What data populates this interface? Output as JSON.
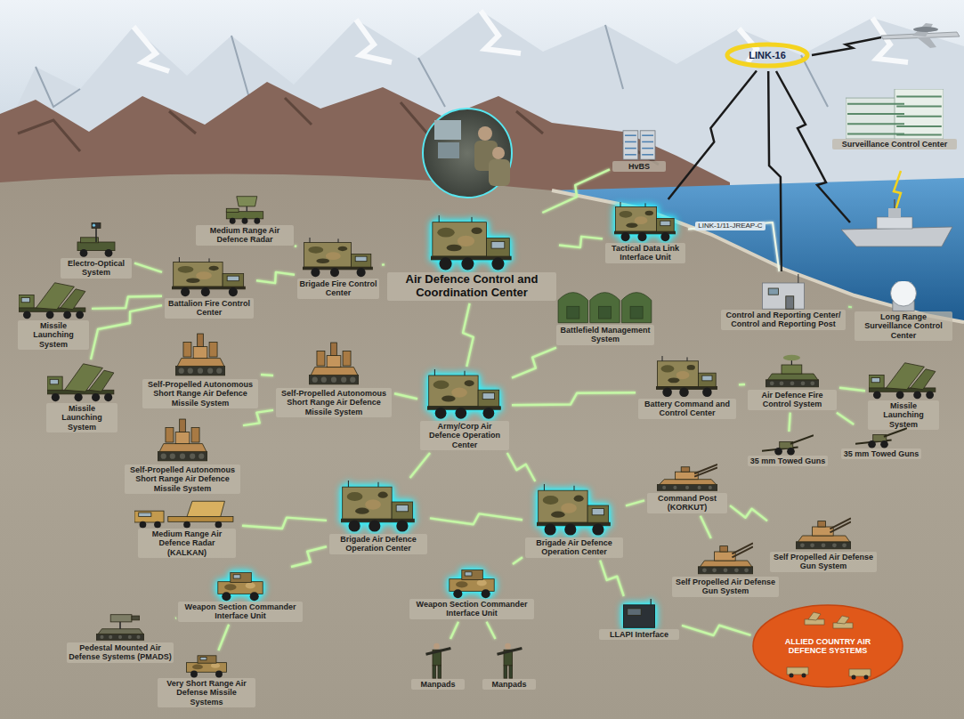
{
  "diagram": {
    "nodes": [
      {
        "text": [
          "LINK-16"
        ]
      },
      {
        "text": [
          "HvBS"
        ]
      },
      {
        "text": [
          "Surveillance Control Center"
        ]
      },
      {
        "text": [
          "Medium Range Air Defence Radar"
        ]
      },
      {
        "text": [
          "Electro-Optical System"
        ]
      },
      {
        "text": [
          "Brigade Fire Control Center"
        ]
      },
      {
        "text": [
          "Air Defence Control and Coordination Center"
        ]
      },
      {
        "text": [
          "Tactical Data Link Interface Unit"
        ]
      },
      {
        "text": [
          "Missile Launching System"
        ]
      },
      {
        "text": [
          "Battalion Fire Control Center"
        ]
      },
      {
        "text": [
          "Control and Reporting Center/ Control and Reporting Post"
        ]
      },
      {
        "text": [
          "Long Range Surveillance Control Center"
        ]
      },
      {
        "text": [
          "Battlefield Management System"
        ]
      },
      {
        "text": [
          "Missile Launching System"
        ]
      },
      {
        "text": [
          "Self-Propelled Autonomous Short Range Air Defence Missile System"
        ]
      },
      {
        "text": [
          "Self-Propelled Autonomous Short Range Air Defence Missile System"
        ]
      },
      {
        "text": [
          "Army/Corp Air Defence Operation Center"
        ]
      },
      {
        "text": [
          "Battery Command and Control Center"
        ]
      },
      {
        "text": [
          "Air Defence Fire Control System"
        ]
      },
      {
        "text": [
          "Missile Launching System"
        ]
      },
      {
        "text": [
          "35 mm Towed Guns"
        ]
      },
      {
        "text": [
          "35 mm Towed Guns"
        ]
      },
      {
        "text": [
          "Self-Propelled Autonomous Short Range Air Defence Missile System"
        ]
      },
      {
        "text": [
          "Medium Range Air Defence Radar (KALKAN)"
        ]
      },
      {
        "text": [
          "Brigade Air Defence Operation Center"
        ]
      },
      {
        "text": [
          "Brigade Air Defence Operation Center"
        ]
      },
      {
        "text": [
          "Command Post (KORKUT)"
        ]
      },
      {
        "text": [
          "Self Propelled Air Defense Gun System"
        ]
      },
      {
        "text": [
          "Self Propelled Air Defense Gun System"
        ]
      },
      {
        "text": [
          "Weapon Section Commander Interface Unit"
        ]
      },
      {
        "text": [
          "Weapon Section Commander Interface Unit"
        ]
      },
      {
        "text": [
          "Pedestal Mounted Air Defense Systems (PMADS)"
        ]
      },
      {
        "text": [
          "Very Short Range Air Defense Missile Systems"
        ]
      },
      {
        "text": [
          "LLAPI Interface"
        ]
      },
      {
        "text": [
          "ALLIED COUNTRY AIR DEFENCE SYSTEMS"
        ]
      },
      {
        "text": [
          "Manpads"
        ]
      },
      {
        "text": [
          "Manpads"
        ]
      }
    ],
    "edges": [
      {
        "from": 0,
        "to": 7,
        "arrow": "none"
      },
      {
        "from": 0,
        "to": 10,
        "arrow": "none"
      },
      {
        "from": 7,
        "to": 10,
        "label": "LINK-1/11-JREAP-C",
        "arrow": "none"
      },
      {
        "from": 10,
        "to": 11,
        "arrow": "none"
      },
      {
        "from": 6,
        "to": 1,
        "arrow": "none"
      },
      {
        "from": 6,
        "to": 7,
        "arrow": "none"
      },
      {
        "from": 5,
        "to": 6,
        "arrow": "none"
      },
      {
        "from": 3,
        "to": 5,
        "arrow": "none"
      },
      {
        "from": 9,
        "to": 5,
        "arrow": "none"
      },
      {
        "from": 4,
        "to": 9,
        "arrow": "none"
      },
      {
        "from": 8,
        "to": 9,
        "arrow": "none"
      },
      {
        "from": 13,
        "to": 9,
        "arrow": "none"
      },
      {
        "from": 6,
        "to": 16,
        "arrow": "none"
      },
      {
        "from": 16,
        "to": 12,
        "arrow": "none"
      },
      {
        "from": 16,
        "to": 15,
        "arrow": "none"
      },
      {
        "from": 15,
        "to": 14,
        "arrow": "none"
      },
      {
        "from": 15,
        "to": 22,
        "arrow": "none"
      },
      {
        "from": 16,
        "to": 17,
        "arrow": "none"
      },
      {
        "from": 17,
        "to": 18,
        "arrow": "none"
      },
      {
        "from": 18,
        "to": 19,
        "arrow": "none"
      },
      {
        "from": 18,
        "to": 20,
        "arrow": "none"
      },
      {
        "from": 18,
        "to": 21,
        "arrow": "none"
      },
      {
        "from": 16,
        "to": 24,
        "arrow": "none"
      },
      {
        "from": 16,
        "to": 25,
        "arrow": "none"
      },
      {
        "from": 24,
        "to": 25,
        "arrow": "none"
      },
      {
        "from": 24,
        "to": 23,
        "arrow": "none"
      },
      {
        "from": 24,
        "to": 29,
        "arrow": "none"
      },
      {
        "from": 29,
        "to": 31,
        "arrow": "none"
      },
      {
        "from": 29,
        "to": 32,
        "arrow": "none"
      },
      {
        "from": 25,
        "to": 30,
        "arrow": "none"
      },
      {
        "from": 30,
        "to": 35,
        "arrow": "none"
      },
      {
        "from": 30,
        "to": 36,
        "arrow": "none"
      },
      {
        "from": 25,
        "to": 26,
        "arrow": "none"
      },
      {
        "from": 26,
        "to": 27,
        "arrow": "none"
      },
      {
        "from": 26,
        "to": 28,
        "arrow": "none"
      },
      {
        "from": 25,
        "to": 33,
        "arrow": "none"
      },
      {
        "from": 33,
        "to": 34,
        "arrow": "none"
      }
    ]
  }
}
